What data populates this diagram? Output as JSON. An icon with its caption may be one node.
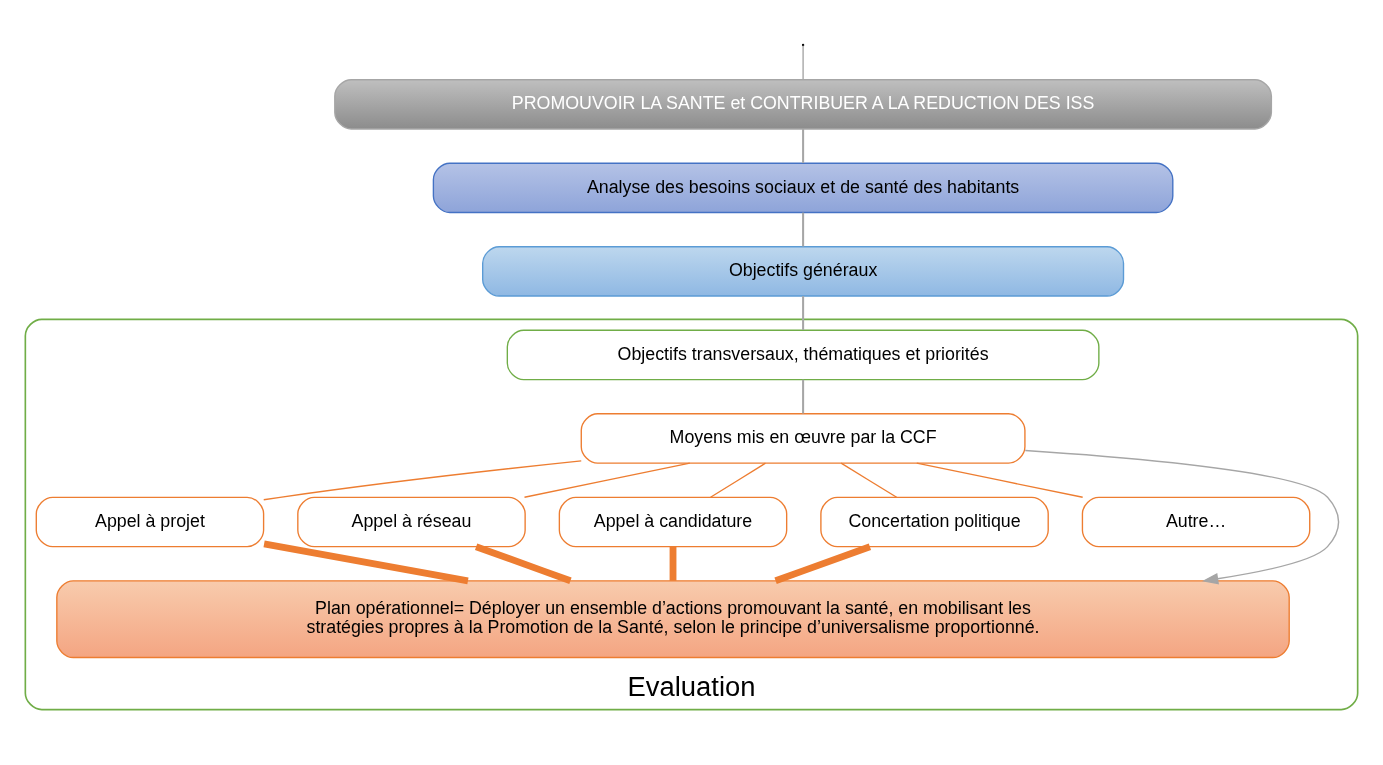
{
  "diagram": {
    "nodes": [
      {
        "text": [
          "PROMOUVOIR LA SANTE et CONTRIBUER A LA REDUCTION DES ISS"
        ]
      },
      {
        "text": [
          "Analyse des besoins sociaux et de santé des habitants"
        ]
      },
      {
        "text": [
          "Objectifs généraux"
        ]
      },
      {
        "text": [
          "Evaluation"
        ]
      },
      {
        "text": [
          "Objectifs transversaux, thématiques et priorités"
        ],
        "in": 3
      },
      {
        "text": [
          "Moyens mis en œuvre par la CCF"
        ],
        "in": 3
      },
      {
        "text": [
          "Appel à projet"
        ],
        "in": 3
      },
      {
        "text": [
          "Appel à réseau"
        ],
        "in": 3
      },
      {
        "text": [
          "Appel à candidature"
        ],
        "in": 3
      },
      {
        "text": [
          "Concertation politique"
        ],
        "in": 3
      },
      {
        "text": [
          "Autre…"
        ],
        "in": 3
      },
      {
        "text": [
          "Plan opérationnel= Déployer un ensemble d’actions promouvant la santé, en mobilisant les stratégies propres à la Promotion de la Santé, selon le principe d’universalisme proportionné."
        ],
        "in": 3
      }
    ],
    "edges": [
      {
        "from": null,
        "to": 0,
        "arrow": "none",
        "color": "#a6a6a6"
      },
      {
        "from": 0,
        "to": 1,
        "arrow": "none",
        "color": "#a6a6a6"
      },
      {
        "from": 1,
        "to": 2,
        "arrow": "none",
        "color": "#a6a6a6"
      },
      {
        "from": 2,
        "to": 4,
        "arrow": "none",
        "color": "#a6a6a6"
      },
      {
        "from": 4,
        "to": 5,
        "arrow": "none",
        "color": "#a6a6a6"
      },
      {
        "from": 5,
        "to": 11,
        "arrow": "to",
        "color": "#a6a6a6"
      },
      {
        "from": 5,
        "to": 6,
        "arrow": "none"
      },
      {
        "from": 5,
        "to": 7,
        "arrow": "none"
      },
      {
        "from": 5,
        "to": 8,
        "arrow": "none"
      },
      {
        "from": 5,
        "to": 9,
        "arrow": "none"
      },
      {
        "from": 5,
        "to": 10,
        "arrow": "none"
      },
      {
        "from": 6,
        "to": 11,
        "arrow": "none",
        "style": "thick"
      },
      {
        "from": 7,
        "to": 11,
        "arrow": "none",
        "style": "thick"
      },
      {
        "from": 8,
        "to": 11,
        "arrow": "none",
        "style": "thick"
      },
      {
        "from": 9,
        "to": 11,
        "arrow": "none",
        "style": "thick"
      }
    ]
  }
}
